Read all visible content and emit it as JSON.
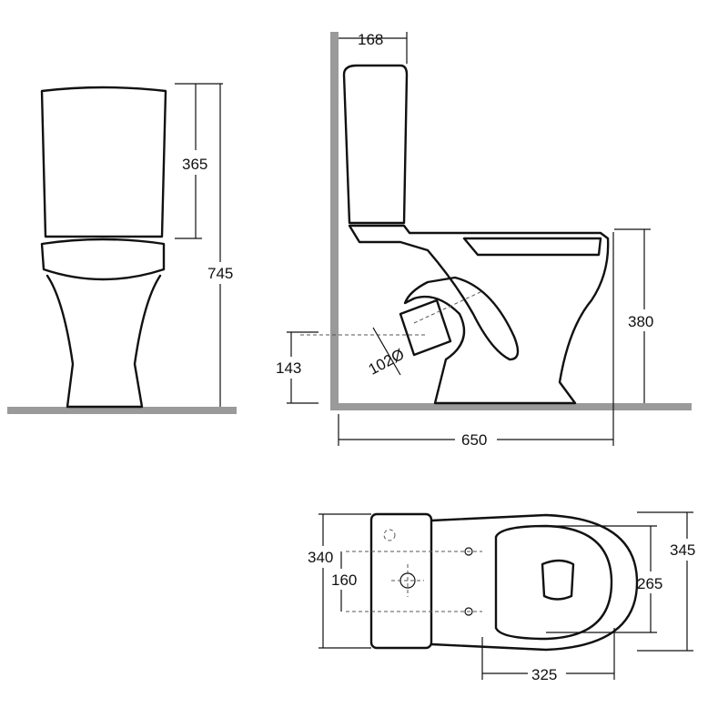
{
  "front_view": {
    "tank_height": "365",
    "total_height": "745"
  },
  "side_view": {
    "tank_depth": "168",
    "seat_height": "380",
    "outlet_height": "143",
    "outlet_diameter": "102Ø",
    "total_length": "650"
  },
  "top_view": {
    "tank_width": "340",
    "fixing_spacing": "160",
    "bowl_width": "345",
    "seat_width": "265",
    "seat_length": "325"
  },
  "colors": {
    "floor": "#9a9a9a",
    "line": "#111111"
  }
}
